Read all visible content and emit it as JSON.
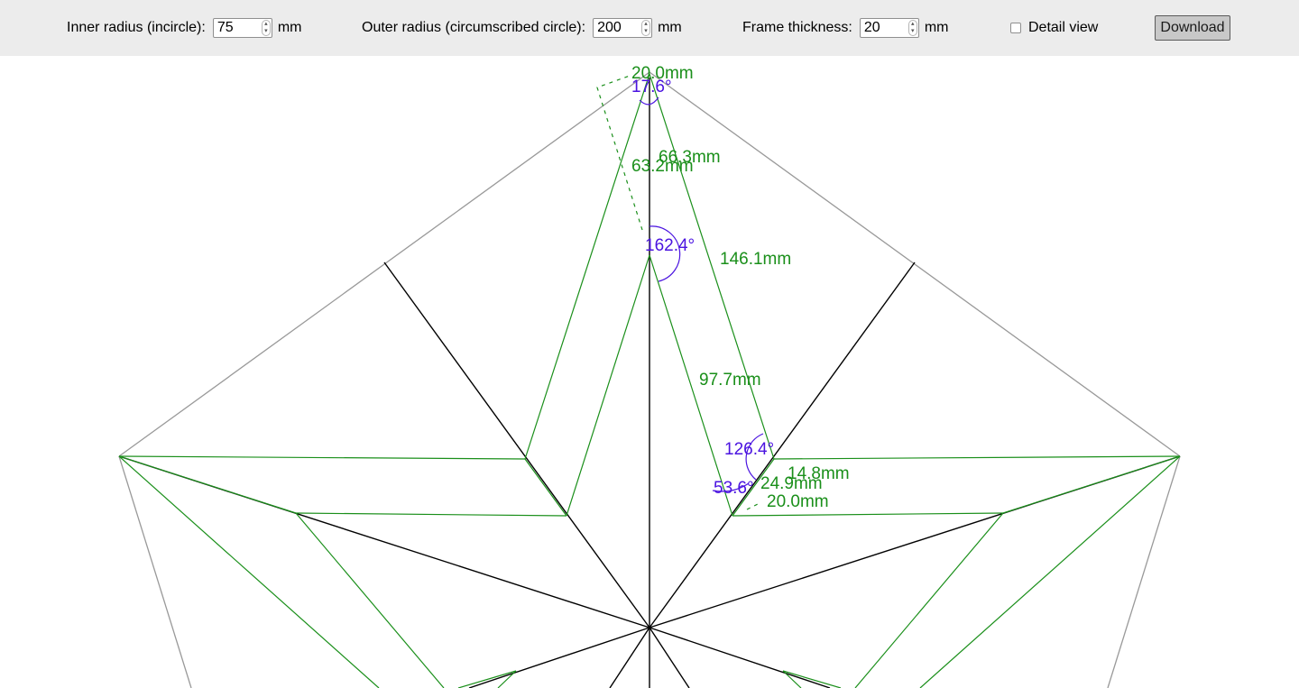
{
  "toolbar": {
    "inner_radius": {
      "label": "Inner radius (incircle):",
      "value": "75",
      "unit": "mm"
    },
    "outer_radius": {
      "label": "Outer radius (circumscribed circle):",
      "value": "200",
      "unit": "mm"
    },
    "frame_thickness": {
      "label": "Frame thickness:",
      "value": "20",
      "unit": "mm"
    },
    "detail_view": {
      "label": "Detail view",
      "checked": false
    },
    "download_label": "Download"
  },
  "drawing": {
    "colors": {
      "outline": "#999999",
      "structure": "#000000",
      "frame": "#1a8f1a",
      "angle": "#4b14e0"
    },
    "length_labels": {
      "tip_thickness": "20.0mm",
      "inner_left": "63.2mm",
      "inner_right": "66.3mm",
      "outer_edge": "146.1mm",
      "inner_edge": "97.7mm",
      "cut_a": "14.8mm",
      "cut_b": "24.9mm",
      "cut_c": "20.0mm"
    },
    "angle_labels": {
      "tip": "17.6°",
      "inner_vertex": "162.4°",
      "outer_corner": "126.4°",
      "acute_corner": "53.6°"
    }
  }
}
